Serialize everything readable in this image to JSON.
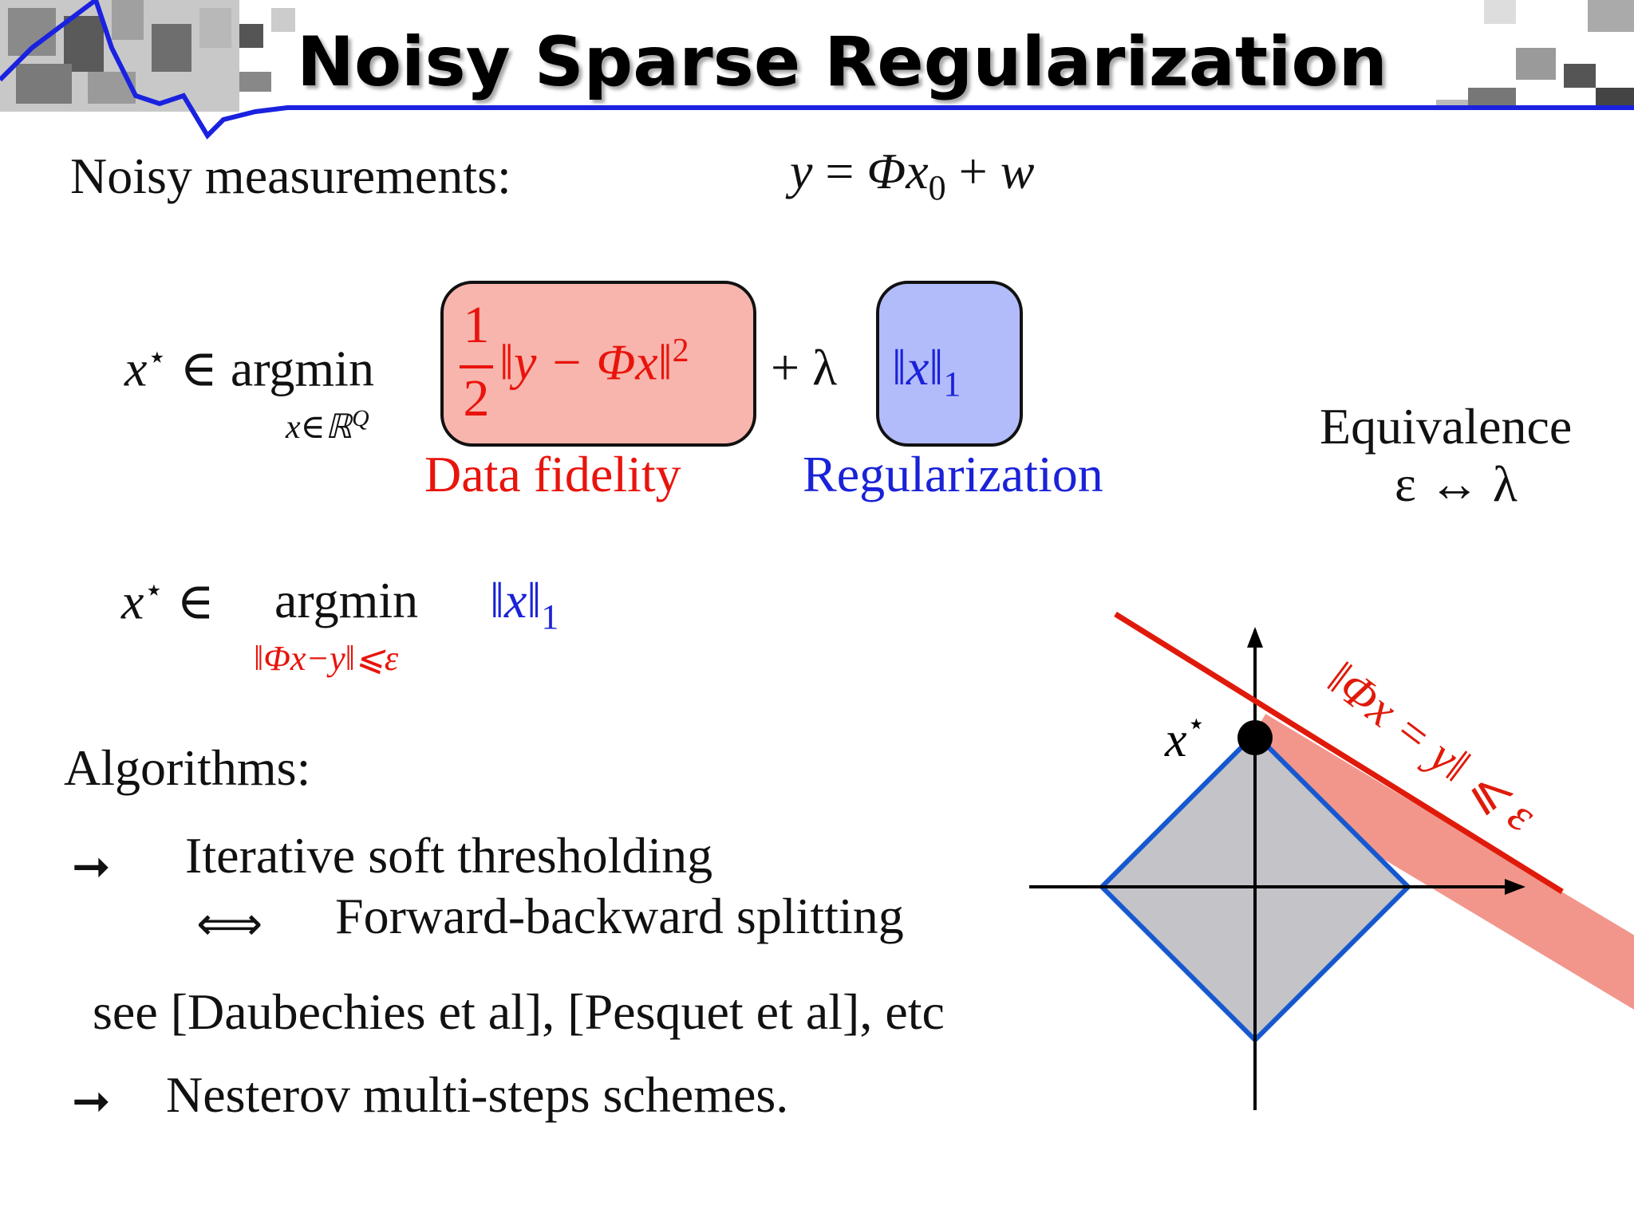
{
  "slide": {
    "title": "Noisy Sparse Regularization",
    "accent_color": "#1a22e0"
  },
  "measurements": {
    "label": "Noisy measurements:",
    "eq_y": "y",
    "eq_equals": "=",
    "eq_phi": "Φx",
    "eq_sub0": "0",
    "eq_plus": "+",
    "eq_w": "w"
  },
  "problem1": {
    "x_star": "x",
    "star": "⋆",
    "in": "∈",
    "argmin": "argmin",
    "argmin_sub": "x∈ℝ",
    "argmin_sub_sup": "Q",
    "frac_num": "1",
    "frac_den": "2",
    "fidelity_expr": "‖y − Φx‖",
    "fidelity_sup": "2",
    "plus_lambda": "+ λ",
    "reg_expr": "‖x‖",
    "reg_sub": "1",
    "fidelity_label": "Data fidelity",
    "reg_label": "Regularization",
    "fidelity_color": "#e8140c",
    "reg_color": "#1a22d8"
  },
  "equivalence": {
    "title": "Equivalence",
    "relation": "ε ↔ λ"
  },
  "problem2": {
    "x_star": "x",
    "star": "⋆",
    "in": "∈",
    "argmin": "argmin",
    "constraint": "‖Φx−y‖⩽ε",
    "objective": "‖x‖",
    "objective_sub": "1"
  },
  "algorithms": {
    "heading": "Algorithms:",
    "arrow": "➞",
    "item1": "Iterative soft thresholding",
    "iff": "⟺",
    "item1b": "Forward-backward splitting",
    "see_also": "see [Daubechies et al], [Pesquet et al], etc",
    "item2": "Nesterov multi-steps schemes."
  },
  "diagram": {
    "point_label": "x",
    "point_star": "⋆",
    "constraint_label": "‖Φx = y‖ ⩽ ε",
    "diamond_fill": "#c3c3c8",
    "diamond_stroke": "#1558d0",
    "band_fill": "#f2968c",
    "line_color": "#e01a0a"
  }
}
